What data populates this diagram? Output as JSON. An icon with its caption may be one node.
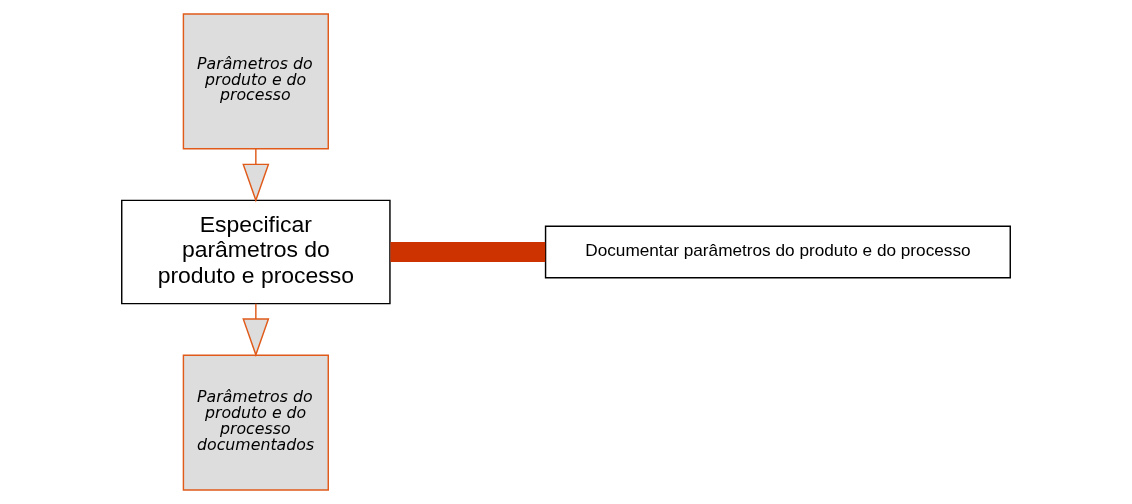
{
  "diagram": {
    "nodes": [
      {
        "text": [
          "Parâmetros do produto e do processo"
        ]
      },
      {
        "text": [
          "Especificar parâmetros do produto e processo"
        ]
      },
      {
        "text": [
          "Parâmetros do produto e do processo documentados"
        ]
      },
      {
        "text": [
          "Documentar parâmetros do produto e do processo"
        ]
      }
    ],
    "edges": [
      {
        "from": 0,
        "to": 1,
        "arrow": "to"
      },
      {
        "from": 1,
        "to": 2,
        "arrow": "to"
      },
      {
        "from": 1,
        "to": 3,
        "arrow": "none",
        "style": "thick",
        "color": "#cc3300"
      }
    ]
  }
}
